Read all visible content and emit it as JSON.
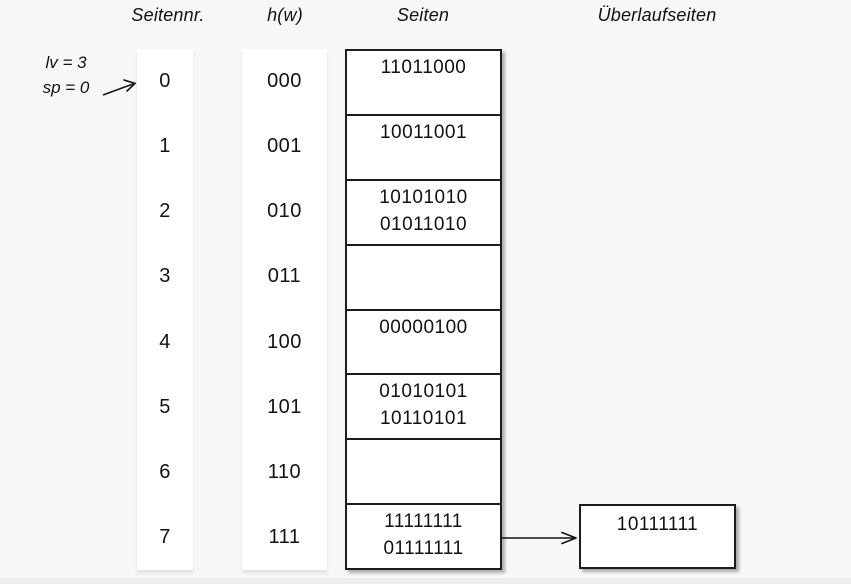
{
  "headers": {
    "seitennr": "Seitennr.",
    "hw": "h(w)",
    "seiten": "Seiten",
    "ueberlaufseiten": "Überlaufseiten"
  },
  "annotation": {
    "lv": "lv = 3",
    "sp": "sp = 0"
  },
  "rows": [
    {
      "nr": "0",
      "hw": "000",
      "values": [
        "11011000",
        ""
      ]
    },
    {
      "nr": "1",
      "hw": "001",
      "values": [
        "10011001",
        ""
      ]
    },
    {
      "nr": "2",
      "hw": "010",
      "values": [
        "10101010",
        "01011010"
      ]
    },
    {
      "nr": "3",
      "hw": "011",
      "values": [
        "",
        ""
      ]
    },
    {
      "nr": "4",
      "hw": "100",
      "values": [
        "00000100",
        ""
      ]
    },
    {
      "nr": "5",
      "hw": "101",
      "values": [
        "01010101",
        "10110101"
      ]
    },
    {
      "nr": "6",
      "hw": "110",
      "values": [
        "",
        ""
      ]
    },
    {
      "nr": "7",
      "hw": "111",
      "values": [
        "11111111",
        "01111111"
      ]
    }
  ],
  "overflow": {
    "value": "10111111",
    "attached_to_row": "7"
  },
  "colors": {
    "background": "#f7f7f7",
    "panel": "#ffffff",
    "line": "#1c1c1c",
    "text": "#121212",
    "bottom_band": "#ededed"
  }
}
